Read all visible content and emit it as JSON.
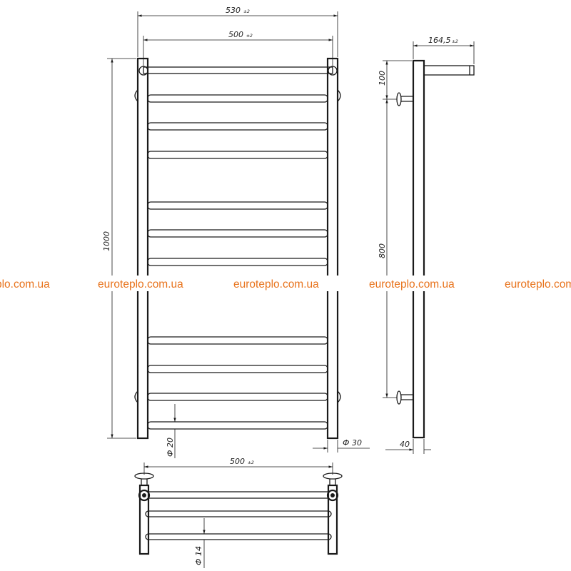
{
  "colors": {
    "line": "#1a1a1a",
    "watermark": "#e8731c"
  },
  "watermark": {
    "text_1": "euroteplo.com.ua",
    "text_2": "euroteplo.com.ua",
    "text_3": "euroteplo.com.ua",
    "text_4": "euroteplo.com.ua",
    "text_5": "euroteplo.com.ua"
  },
  "dimensions": {
    "overall_width": {
      "value": "530",
      "tol": "±2"
    },
    "inner_width": {
      "value": "500",
      "tol": "±2"
    },
    "height": {
      "value": "1000"
    },
    "pipe_diameter": {
      "value": "Ф 30"
    },
    "bar_diameter": {
      "value": "Ф 20"
    },
    "depth": {
      "value": "164,5",
      "tol": "±2"
    },
    "top_offset": {
      "value": "100"
    },
    "center_distance": {
      "value": "800"
    },
    "wall_offset": {
      "value": "40"
    },
    "top_view_width": {
      "value": "500",
      "tol": "±2"
    },
    "top_bar_diameter": {
      "value": "Ф 14"
    }
  }
}
